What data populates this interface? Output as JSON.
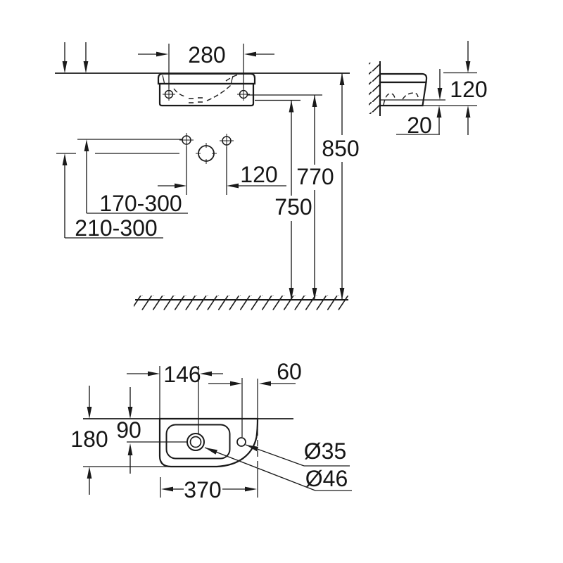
{
  "colors": {
    "line": "#1a1a1a",
    "background": "#ffffff"
  },
  "views": {
    "front": {
      "fixing_hole_spacing": "280"
    },
    "heights": {
      "rim_height": "850",
      "fixing_hole_height": "770",
      "lower_edge_height": "750"
    },
    "connections": {
      "supply_spacing": "120",
      "supply_range": "170-300",
      "drain_range": "210-300"
    },
    "side": {
      "front_height": "120",
      "bottom_offset": "20"
    },
    "plan": {
      "tap_center_from_left": "146",
      "tap_hole_from_edge": "60",
      "tap_center_from_wall": "90",
      "basin_depth": "180",
      "basin_width": "370",
      "tap_hole_diameter": "Ø35",
      "drain_hole_diameter": "Ø46"
    }
  }
}
